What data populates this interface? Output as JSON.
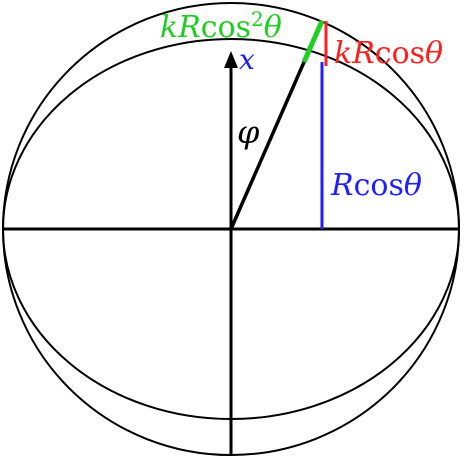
{
  "labels": {
    "axis": {
      "var": "x",
      "color": "#1f1fff"
    },
    "angle": {
      "var": "φ",
      "color": "#000000"
    },
    "blue": {
      "prefix": "R",
      "func": "cos",
      "var": "θ",
      "color": "#1f1fff"
    },
    "red": {
      "coef": "k",
      "prefix": "R",
      "func": "cos",
      "var": "θ",
      "color": "#ff1f1f"
    },
    "green": {
      "coef": "k",
      "prefix": "R",
      "func": "cos",
      "power": "2",
      "var": "θ",
      "color": "#1fcf1f"
    }
  }
}
